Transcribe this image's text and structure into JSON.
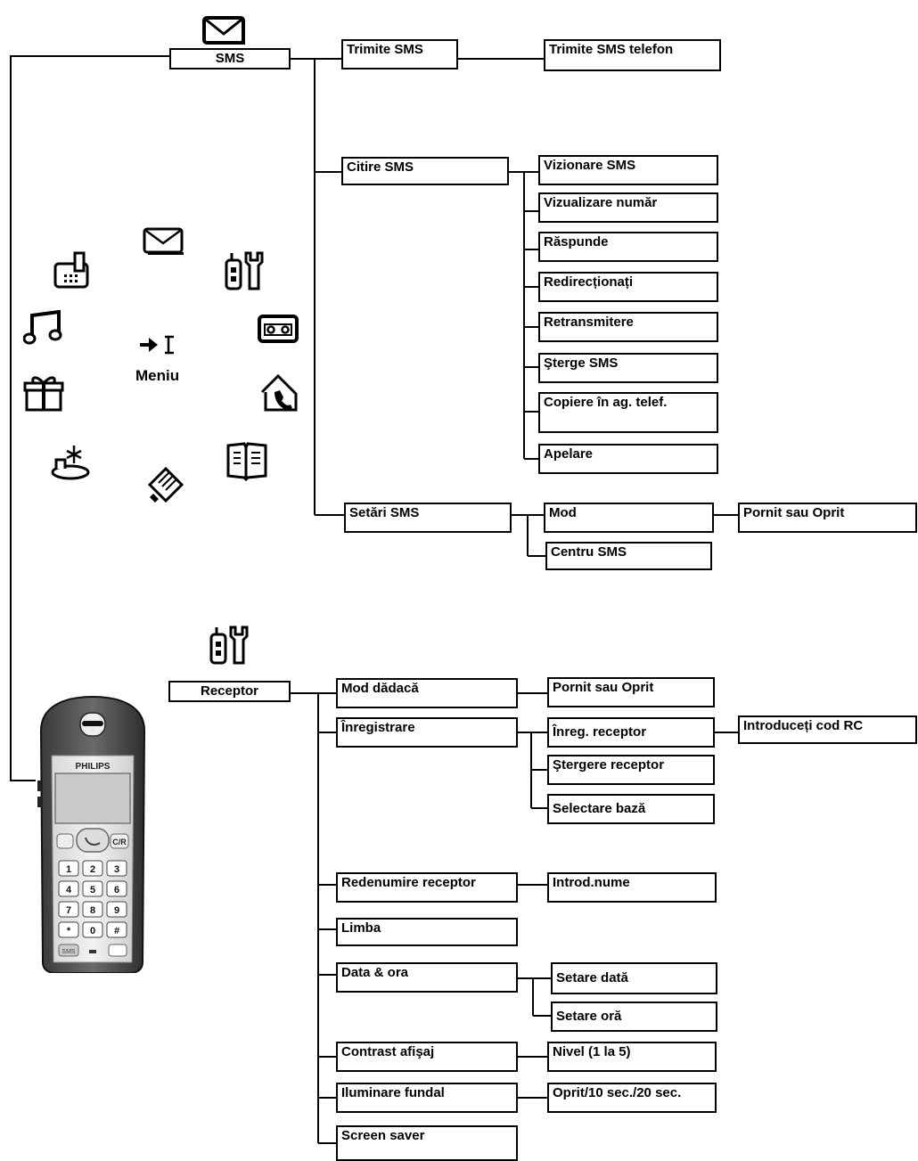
{
  "sms": {
    "root": "SMS",
    "send": "Trimite SMS",
    "send_phone": "Trimite SMS telefon",
    "read": "Citire SMS",
    "read_items": [
      "Vizionare SMS",
      "Vizualizare număr",
      "Răspunde",
      "Redirecționați",
      "Retransmitere",
      "Şterge SMS",
      "Copiere în ag. telef.",
      "Apelare"
    ],
    "settings": "Setări SMS",
    "mode": "Mod",
    "on_off": "Pornit sau Oprit",
    "center": "Centru SMS"
  },
  "menu": {
    "label": "Meniu",
    "icons": [
      "envelope-icon",
      "settings-icon",
      "answering-machine-icon",
      "home-icon",
      "phonebook-icon",
      "calllog-icon",
      "alarm-icon",
      "gift-icon",
      "music-icon",
      "intercom-icon",
      "enter-icon"
    ]
  },
  "receptor": {
    "root": "Receptor",
    "nanny": "Mod dădacă",
    "nanny_sub": "Pornit sau Oprit",
    "register": "Înregistrare",
    "reg_handset": "Înreg. receptor",
    "reg_code": "Introduceți cod RC",
    "del_handset": "Ştergere receptor",
    "select_base": "Selectare bază",
    "rename": "Redenumire receptor",
    "rename_sub": "Introd.nume",
    "language": "Limba",
    "datetime": "Data & ora",
    "set_date": "Setare dată",
    "set_time": "Setare oră",
    "contrast": "Contrast afişaj",
    "contrast_sub": "Nivel (1 la 5)",
    "backlight": "Iluminare fundal",
    "backlight_sub": "Oprit/10 sec./20 sec.",
    "screensaver": "Screen saver"
  },
  "phone": {
    "brand": "PHILIPS",
    "keys": [
      "1",
      "2",
      "3",
      "4",
      "5",
      "6",
      "7",
      "8",
      "9",
      "*",
      "0",
      "#"
    ],
    "sms_key": "SMS",
    "clear_key": "C/R"
  }
}
